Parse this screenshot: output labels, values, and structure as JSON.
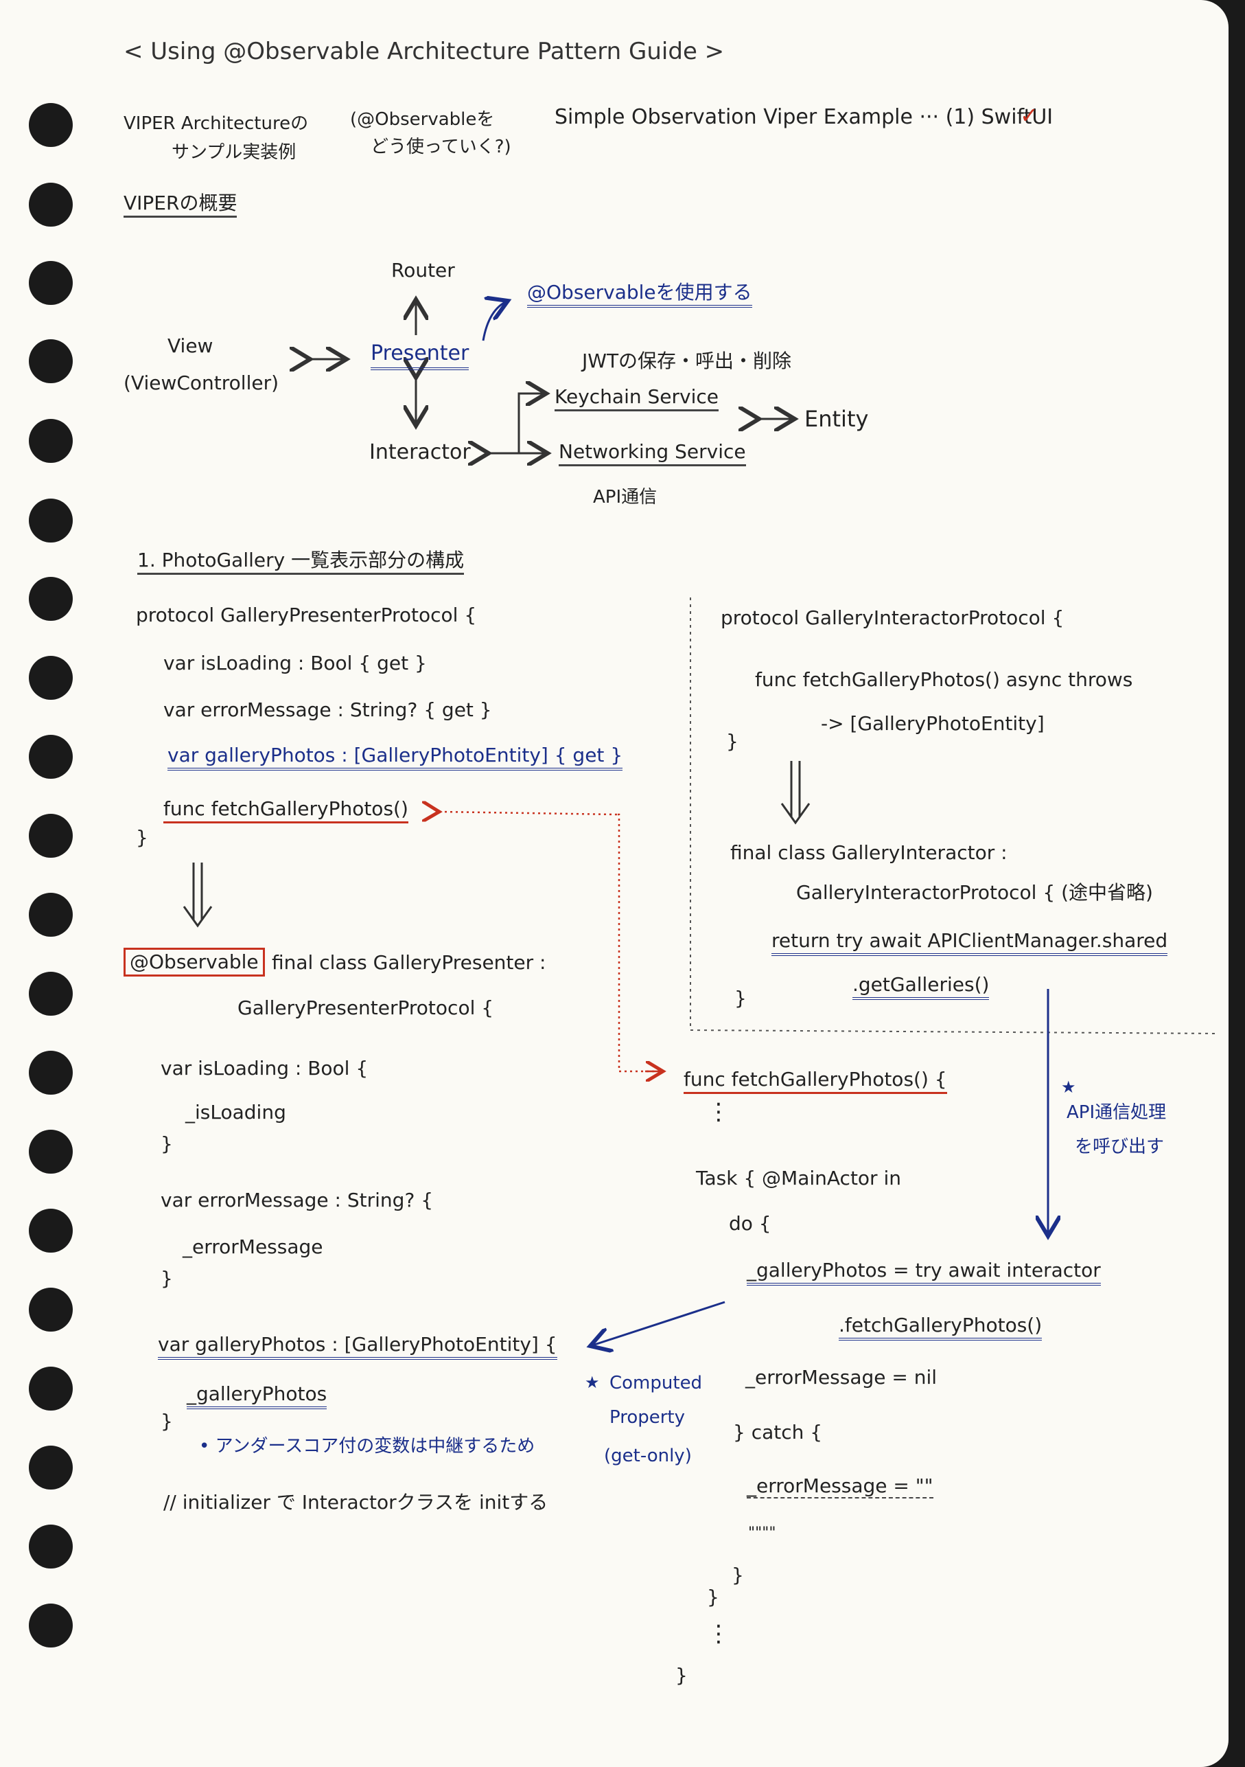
{
  "title": "< Using @Observable Architecture Pattern Guide >",
  "intro": {
    "left_line1": "VIPER Architectureの",
    "left_line2": "サンプル実装例",
    "paren_line1": "(@Observableを",
    "paren_line2": "どう使っていく?)",
    "example": "Simple Observation Viper Example ··· (1) SwiftUI",
    "check": "✓"
  },
  "overview_heading": "VIPERの概要",
  "diagram": {
    "router": "Router",
    "presenter": "Presenter",
    "view": "View",
    "view_controller": "(ViewController)",
    "interactor": "Interactor",
    "observable_note": "@Observableを使用する",
    "jwt_note": "JWTの保存・呼出・削除",
    "keychain": "Keychain Service",
    "networking": "Networking Service",
    "api_note": "API通信",
    "entity": "Entity"
  },
  "section1_heading": "1. PhotoGallery 一覧表示部分の構成",
  "presenter_protocol": {
    "l1": "protocol GalleryPresenterProtocol {",
    "l2": "var isLoading : Bool { get }",
    "l3": "var errorMessage : String? { get }",
    "l4": "var galleryPhotos : [GalleryPhotoEntity] { get }",
    "l5": "func fetchGalleryPhotos()",
    "l6": "}"
  },
  "presenter_class": {
    "badge": "@Observable",
    "l1": "final class GalleryPresenter :",
    "l2": "GalleryPresenterProtocol {",
    "l3": "var isLoading : Bool {",
    "l4": "_isLoading",
    "l5": "}",
    "l6": "var errorMessage : String? {",
    "l7": "_errorMessage",
    "l8": "}",
    "l9": "var galleryPhotos : [GalleryPhotoEntity] {",
    "l10": "_galleryPhotos",
    "l11": "}",
    "note": "• アンダースコア付の変数は中継するため",
    "comment": "// initializer で Interactorクラスを initする"
  },
  "interactor_protocol": {
    "l1": "protocol GalleryInteractorProtocol {",
    "l2": "func fetchGalleryPhotos() async throws",
    "l3": "-> [GalleryPhotoEntity]",
    "l4": "}"
  },
  "interactor_class": {
    "l1": "final class GalleryInteractor :",
    "l2": "GalleryInteractorProtocol { (途中省略)",
    "l3": "return try await APIClientManager.shared",
    "l4": ".getGalleries()",
    "l5": "}"
  },
  "fetch_impl": {
    "l1": "func fetchGalleryPhotos() {",
    "dots": "⋮",
    "l2": "Task { @MainActor in",
    "l3": "do {",
    "l4": "_galleryPhotos = try await interactor",
    "l5": ".fetchGalleryPhotos()",
    "l6": "_errorMessage = nil",
    "l7": "} catch {",
    "l8": "_errorMessage = \"\"",
    "l9": "\"\"\"\"",
    "l10": "}",
    "l11": "}",
    "l12": "}"
  },
  "annotations": {
    "api_call_star": "★",
    "api_call_1": "API通信処理",
    "api_call_2": "を呼び出す",
    "computed_star": "★",
    "computed_1": "Computed",
    "computed_2": "Property",
    "computed_3": "(get-only)"
  },
  "colors": {
    "ink": "#222222",
    "blue_ink": "#1b2f8a",
    "red_ink": "#c8321f",
    "paper": "#fbfaf5"
  }
}
